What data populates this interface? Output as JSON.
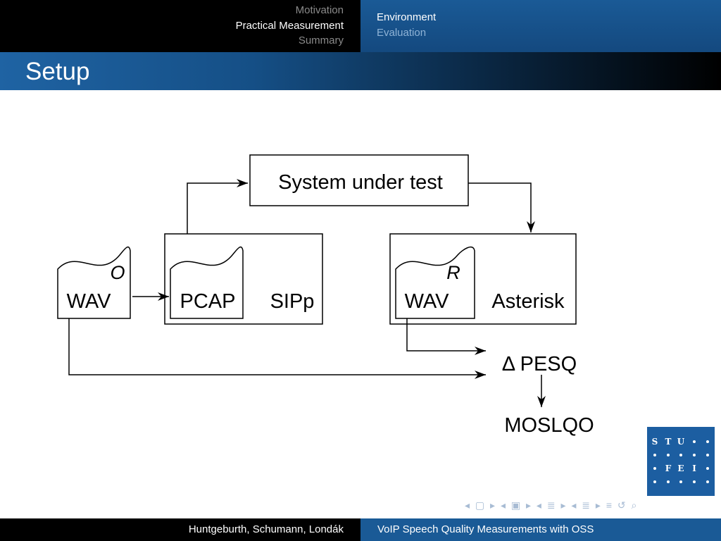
{
  "header": {
    "sections": [
      "Motivation",
      "Practical Measurement",
      "Summary"
    ],
    "subsections": [
      "Environment",
      "Evaluation"
    ]
  },
  "slide": {
    "title": "Setup"
  },
  "diagram": {
    "sut_label": "System under test",
    "sipp_box": {
      "file_label": "PCAP",
      "label": "SIPp"
    },
    "asterisk_box": {
      "file_label": "WAV",
      "file_tag": "R",
      "label": "Asterisk"
    },
    "original": {
      "file_label": "WAV",
      "file_tag": "O"
    },
    "pesq_label": "Δ PESQ",
    "moslqo_label": "MOSLQO"
  },
  "logo": {
    "letters": [
      "S",
      "T",
      "U",
      "F",
      "E",
      "I"
    ]
  },
  "footer": {
    "authors": "Huntgeburth, Schumann, Londák",
    "talk_title": "VoIP Speech Quality Measurements with OSS"
  },
  "colors": {
    "bar_blue": "#1a5a96",
    "inactive_gray": "#8a8a8a",
    "logo_blue": "#1c5ea1"
  },
  "icons": [
    "beamer-nav-frame-icon",
    "beamer-nav-subsection-icon",
    "beamer-nav-section-icon",
    "beamer-nav-search-icon"
  ]
}
